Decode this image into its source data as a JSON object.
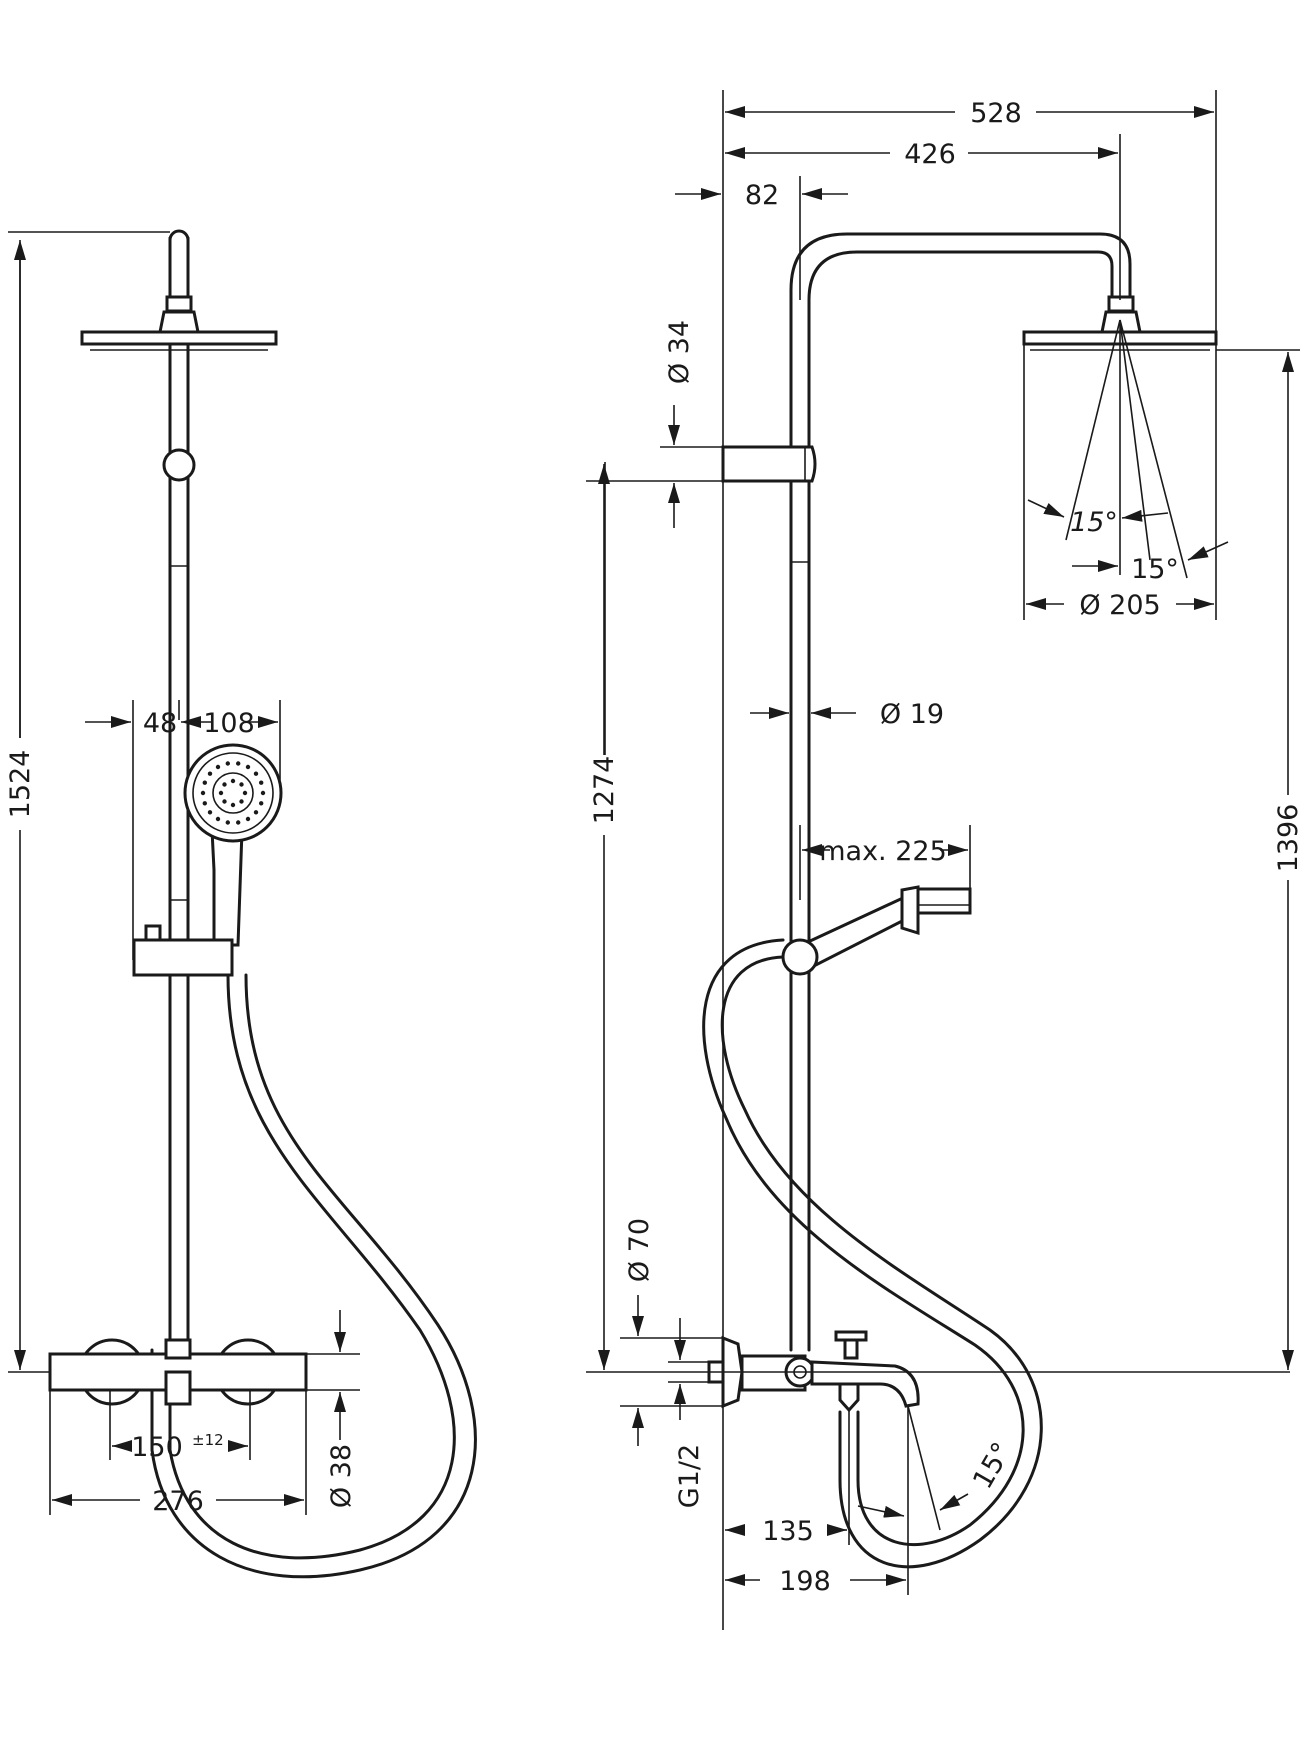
{
  "front_view": {
    "total_height": "1524",
    "hand_shower_offset": "48",
    "hand_shower_diameter": "108",
    "mixer_centres": "150",
    "mixer_centres_tolerance": "±12",
    "mixer_width": "276",
    "mixer_body_diameter": "Ø 38"
  },
  "side_view": {
    "overhead_width": "528",
    "arm_reach": "426",
    "wall_to_rail": "82",
    "slider_diameter": "Ø 34",
    "slider_height": "1274",
    "rail_diameter": "Ø 19",
    "hand_shower_reach": "max. 225",
    "head_tilt_left": "15°",
    "head_tilt_right": "15°",
    "head_diameter": "Ø 205",
    "head_height": "1396",
    "mixer_flange_diameter": "Ø 70",
    "connection_thread": "G1/2",
    "spout_angle": "15°",
    "spout_reach_short": "135",
    "spout_reach_long": "198"
  }
}
